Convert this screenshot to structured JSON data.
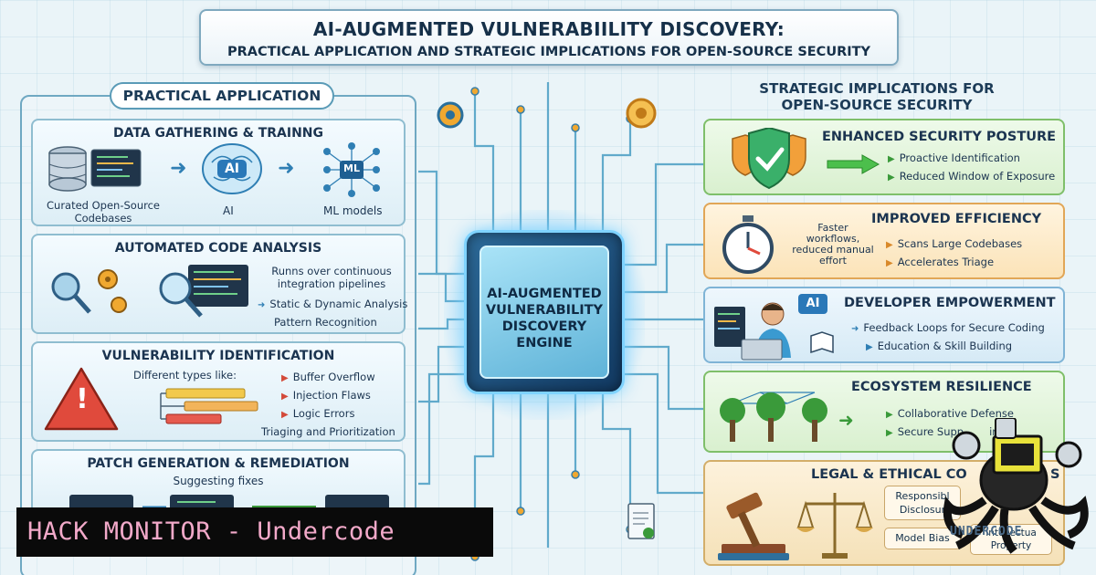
{
  "title": {
    "line1": "AI-AUGMENTED VULNERABIILITY DISCOVERY:",
    "line2": "PRACTICAL APPLICATION AND STRATEGIC IMPLICATIONS FOR OPEN-SOURCE SECURITY"
  },
  "practical": {
    "header": "PRACTICAL APPLICATION",
    "data_gathering": {
      "title": "DATA GATHERING & TRAINNG",
      "codebases_line1": "Curated Open-Source",
      "codebases_line2": "Codebases",
      "ai_badge": "AI",
      "ai_label": "AI",
      "ml_badge": "ML",
      "ml_label": "ML models"
    },
    "code_analysis": {
      "title": "AUTOMATED CODE ANALYSIS",
      "pipeline_line1": "Runns over continuous",
      "pipeline_line2": "integration pipelines",
      "item1": "Static & Dynamic Analysis",
      "item2": "Pattern Recognition"
    },
    "vuln_id": {
      "title": "VULNERABILITY IDENTIFICATION",
      "types_label": "Different types like:",
      "bullets": [
        "Buffer Overflow",
        "Injection Flaws",
        "Logic Errors"
      ],
      "triage": "Triaging and Prioritization",
      "alert_glyph": "!"
    },
    "patch": {
      "title": "PATCH GENERATION & REMEDIATION",
      "subtitle": "Suggesting fixes"
    }
  },
  "engine": {
    "line1": "AI-AUGMENTED",
    "line2": "VULNERABILITY",
    "line3": "DISCOVERY",
    "line4": "ENGINE"
  },
  "strategic": {
    "header_line1": "STRATEGIC IMPLICATIONS FOR",
    "header_line2": "OPEN-SOURCE SECURITY",
    "posture": {
      "title": "ENHANCED SECURITY POSTURE",
      "bullets": [
        "Proactive Identification",
        "Reduced Window of Exposure"
      ]
    },
    "efficiency": {
      "title": "IMPROVED EFFICIENCY",
      "note_line1": "Faster",
      "note_line2": "workflows,",
      "note_line3": "reduced manual",
      "note_line4": "effort",
      "bullets": [
        "Scans Large Codebases",
        "Accelerates Triage"
      ]
    },
    "developer": {
      "title": "DEVELOPER EMPOWERMENT",
      "ai_badge": "AI",
      "bullets": [
        "Feedback Loops for Secure Coding",
        "Education & Skill Building"
      ]
    },
    "ecosystem": {
      "title": "ECOSYSTEM RESILIENCE",
      "bullets": [
        "Collaborative Defense",
        "Secure Supp"
      ],
      "bullet2_tail": "ins"
    },
    "legal": {
      "title": "LEGAL & ETHICAL CO",
      "title_tail": "S",
      "box1_line1": "Responsibl",
      "box1_line2": "Disclosur",
      "box2": "Model Bias",
      "box3_line1": "Intellectua",
      "box3_line2": "Property"
    }
  },
  "banner": "HACK MONITOR - Undercode",
  "watermark": "UNDERCODE",
  "colors": {
    "accent_blue": "#2f7fb4",
    "alert_red": "#d34a3a",
    "green": "#3a9a3a",
    "orange": "#d9892a",
    "banner_bg": "#0a0a0a",
    "banner_text": "#f2a9c9"
  }
}
